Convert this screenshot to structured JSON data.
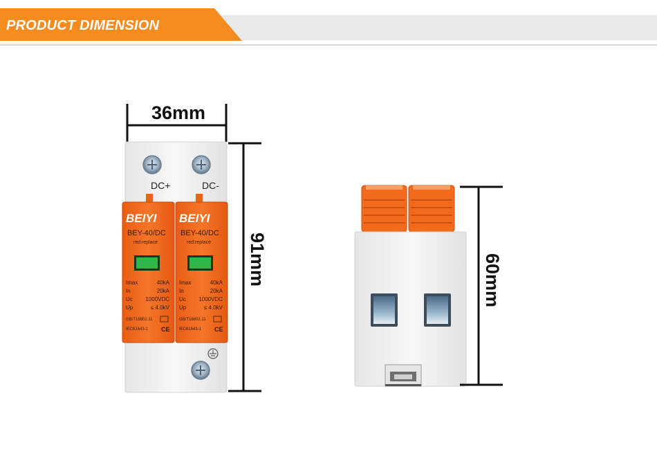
{
  "header": {
    "title": "PRODUCT DIMENSION",
    "accent_color": "#f68b1f"
  },
  "dimensions": {
    "width": "36mm",
    "height_front": "91mm",
    "height_side": "60mm"
  },
  "front": {
    "terminals": [
      "DC+",
      "DC-"
    ],
    "modules": [
      {
        "brand": "BEIYI",
        "model": "BEY-40/DC",
        "replace_note": "red:replace",
        "specs": [
          {
            "key": "Imax",
            "value": "40kA"
          },
          {
            "key": "In",
            "value": "20kA"
          },
          {
            "key": "Uc",
            "value": "1000VDC"
          },
          {
            "key": "Up",
            "value": "≤ 4.0kV"
          }
        ],
        "standard1": "GB/T18802.11",
        "standard2": "IEC61643-1",
        "cert": "CE"
      },
      {
        "brand": "BEIYI",
        "model": "BEY-40/DC",
        "replace_note": "red:replace",
        "specs": [
          {
            "key": "Imax",
            "value": "40kA"
          },
          {
            "key": "In",
            "value": "20kA"
          },
          {
            "key": "Uc",
            "value": "1000VDC"
          },
          {
            "key": "Up",
            "value": "≤ 4.0kV"
          }
        ],
        "standard1": "GB/T18802.11",
        "standard2": "IEC61643-1",
        "cert": "CE"
      }
    ]
  },
  "colors": {
    "module_orange": "#f26a1b",
    "indicator_green": "#2fb84a",
    "housing_white": "#f4f4f4"
  }
}
